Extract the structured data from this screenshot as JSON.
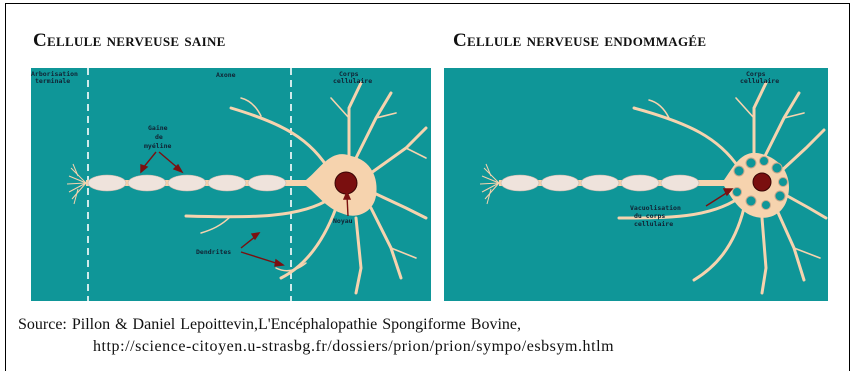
{
  "panels": {
    "healthy": {
      "title": "Cellule nerveuse saine",
      "labels": {
        "arborisation_1": "Arborisation",
        "arborisation_2": "terminale",
        "axone": "Axone",
        "corps_1": "Corps",
        "corps_2": "cellulaire",
        "gaine_1": "Gaine",
        "gaine_2": "de",
        "gaine_3": "myéline",
        "noyau": "Noyau",
        "dendrites": "Dendrites"
      }
    },
    "damaged": {
      "title": "Cellule nerveuse endommagée",
      "labels": {
        "corps_1": "Corps",
        "corps_2": "cellulaire",
        "vac_1": "Vacuolisation",
        "vac_2": "du corps",
        "vac_3": "cellulaire"
      }
    }
  },
  "colors": {
    "background": "#0f9698",
    "neuron": "#f6d3ae",
    "myelin": "#efe3dc",
    "nucleus": "#7a0f0f",
    "arrow": "#7a1010"
  },
  "source": {
    "line1": "Source: Pillon & Daniel Lepoittevin,L'Encéphalopathie Spongiforme Bovine,",
    "line2": "http://science-citoyen.u-strasbg.fr/dossiers/prion/prion/sympo/esbsym.htlm"
  }
}
